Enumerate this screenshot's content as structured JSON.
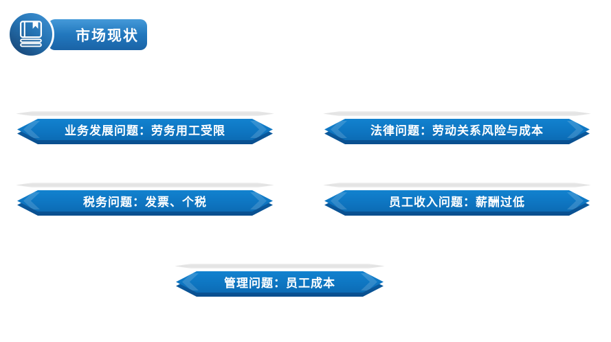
{
  "header": {
    "title": "市场现状",
    "icon": "book-icon"
  },
  "banners": [
    {
      "label": "业务发展问题：劳务用工受限"
    },
    {
      "label": "法律问题：劳动关系风险与成本"
    },
    {
      "label": "税务问题：发票、个税"
    },
    {
      "label": "员工收入问题：薪酬过低"
    },
    {
      "label": "管理问题：员工成本"
    }
  ],
  "colors": {
    "ribbon_blue": "#0e76c2",
    "ribbon_bevel": "#0a5b9e",
    "header_top": "#459ad9",
    "header_bottom": "#1a63a6",
    "circle_dark": "#153f6d",
    "text": "#ffffff"
  }
}
